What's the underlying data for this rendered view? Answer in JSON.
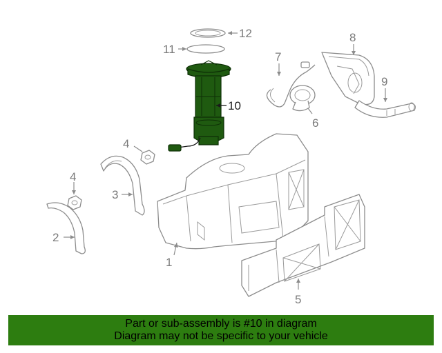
{
  "diagram": {
    "callouts": {
      "c1": "1",
      "c2": "2",
      "c3": "3",
      "c4a": "4",
      "c4b": "4",
      "c5": "5",
      "c6": "6",
      "c7": "7",
      "c8": "8",
      "c9": "9",
      "c10": "10",
      "c11": "11",
      "c12": "12"
    },
    "highlighted_part": "10",
    "highlight_color": "#1f5a10",
    "parts": [
      "fuel-tank",
      "strap-front",
      "strap-rear",
      "nut",
      "skid-plate",
      "filler-cap",
      "vent-line",
      "filler-neck",
      "filler-hose",
      "fuel-pump-module",
      "seal",
      "lock-ring"
    ]
  },
  "banner": {
    "line1": "Part or sub-assembly is #10 in diagram",
    "line2": "Diagram may not be specific to your vehicle",
    "color": "#2d7d10"
  }
}
